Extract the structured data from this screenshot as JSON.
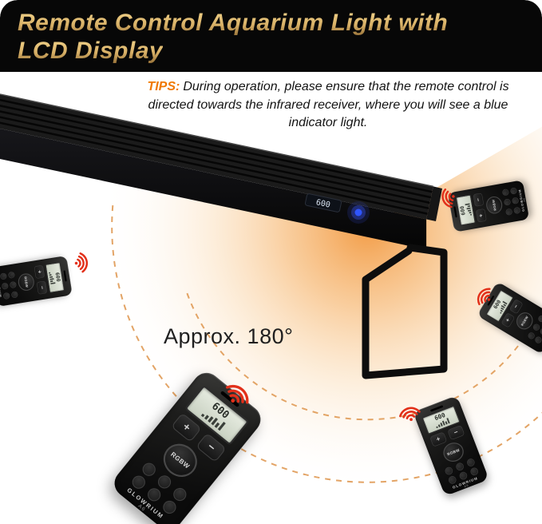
{
  "header": {
    "title_line1": "Remote Control Aquarium Light with",
    "title_line2": "LCD Display",
    "text_color": "#d9b268",
    "background_color": "#070707"
  },
  "tips": {
    "label": "TIPS:",
    "label_color": "#f07800",
    "body": "During operation, please ensure that the remote control is directed towards the infrared receiver, where you will see a blue indicator light."
  },
  "diagram": {
    "angle_label": "Approx. 180°",
    "beam_color": "#f08c28",
    "dashed_arc_color": "#e09a55",
    "signal_color": "#e2301a"
  },
  "light": {
    "lcd_value": "600",
    "indicator_color": "#2f55ff"
  },
  "remote": {
    "brand": "GLOWRIUM",
    "model": "A6",
    "lcd_value": "600",
    "plus_label": "+",
    "minus_label": "−",
    "rgbw_label": "RGBW"
  }
}
